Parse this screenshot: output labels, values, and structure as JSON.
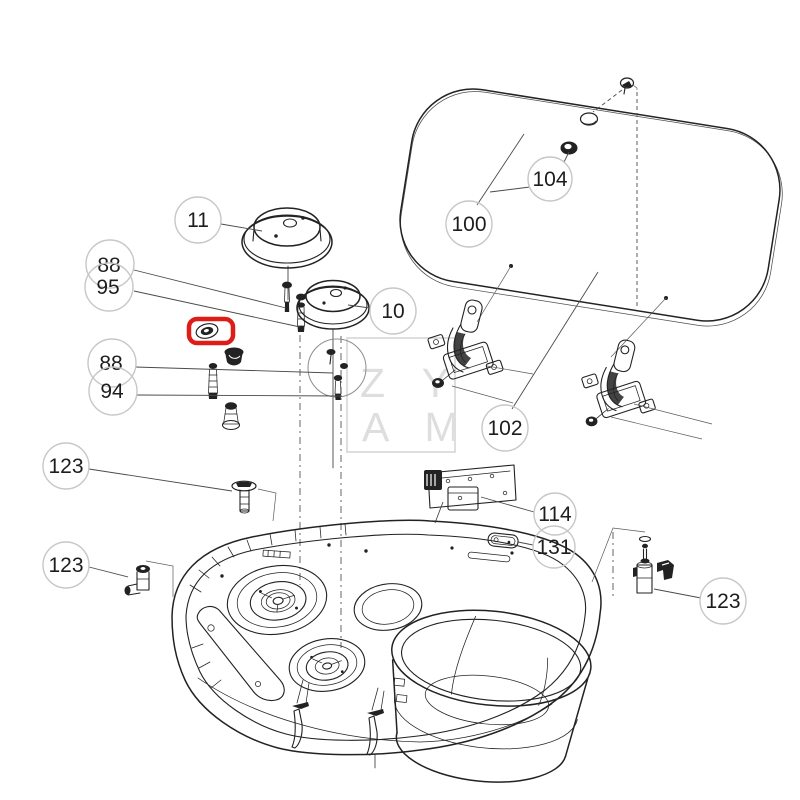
{
  "diagram": {
    "kind": "exploded-parts-diagram",
    "description": "Line-art exploded view of a combination hob/sink unit: glass lid, burner caps, hinges, control bracket, fasteners and basin with sink bowl"
  },
  "colors": {
    "background": "#ffffff",
    "line": "#222222",
    "callout_stroke": "#c7c7c7",
    "highlight_red": "#dd1d18",
    "watermark": "#dedede"
  },
  "watermark": {
    "line1": "Z Y",
    "line2": "A M"
  },
  "highlight": {
    "shape": "rounded-rectangle",
    "color": "#dd1d18",
    "marks": "washer-grommet part"
  },
  "callouts": {
    "c11": {
      "label": "11"
    },
    "c88a": {
      "label": "88"
    },
    "c95": {
      "label": "95"
    },
    "c10": {
      "label": "10"
    },
    "c100": {
      "label": "100"
    },
    "c104": {
      "label": "104"
    },
    "c88b": {
      "label": "88"
    },
    "c94": {
      "label": "94"
    },
    "c102": {
      "label": "102"
    },
    "c114": {
      "label": "114"
    },
    "c131": {
      "label": "131"
    },
    "c123a": {
      "label": "123"
    },
    "c123b": {
      "label": "123"
    },
    "c123c": {
      "label": "123"
    }
  }
}
